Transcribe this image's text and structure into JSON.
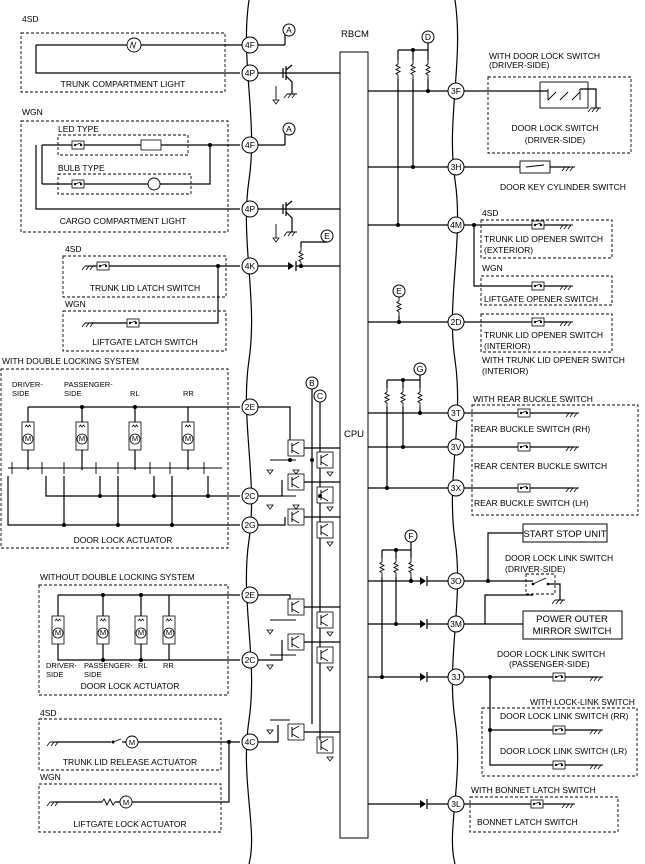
{
  "module": "RBCM",
  "cpu": "CPU",
  "connectors": {
    "c4F": "4F",
    "c4P": "4P",
    "c4K": "4K",
    "c2E": "2E",
    "c2C": "2C",
    "c2G": "2G",
    "c4C": "4C",
    "c3F": "3F",
    "c3H": "3H",
    "c4M": "4M",
    "c2D": "2D",
    "c3T": "3T",
    "c3V": "3V",
    "c3X": "3X",
    "c3O": "3O",
    "c3M": "3M",
    "c3J": "3J",
    "c3L": "3L"
  },
  "refs": {
    "A": "A",
    "B": "B",
    "C": "C",
    "D": "D",
    "E": "E",
    "F": "F",
    "G": "G"
  },
  "left": {
    "sd": "4SD",
    "wgn": "WGN",
    "trunk_light": "TRUNK COMPARTMENT LIGHT",
    "led_type": "LED TYPE",
    "bulb_type": "BULB TYPE",
    "cargo_light": "CARGO COMPARTMENT LIGHT",
    "trunk_latch": "TRUNK LID LATCH SWITCH",
    "liftgate_latch": "LIFTGATE LATCH SWITCH",
    "with_double": "WITH DOUBLE LOCKING SYSTEM",
    "driver_side": "DRIVER-",
    "driver_side2": "SIDE",
    "passenger_side": "PASSENGER-",
    "passenger_side2": "SIDE",
    "rl": "RL",
    "rr": "RR",
    "door_lock_actuator": "DOOR LOCK ACTUATOR",
    "without_double": "WITHOUT DOUBLE LOCKING SYSTEM",
    "trunk_release": "TRUNK LID RELEASE ACTUATOR",
    "liftgate_lock": "LIFTGATE LOCK ACTUATOR",
    "motor": "M"
  },
  "right": {
    "with_dls": "WITH DOOR LOCK SWITCH",
    "with_dls2": "(DRIVER-SIDE)",
    "dls": "DOOR LOCK SWITCH",
    "dls2": "(DRIVER-SIDE)",
    "key_cyl": "DOOR KEY CYLINDER SWITCH",
    "sd": "4SD",
    "trunk_opener_ext": "TRUNK LID OPENER SWITCH",
    "exterior": "(EXTERIOR)",
    "wgn": "WGN",
    "liftgate_opener": "LIFTGATE OPENER SWITCH",
    "trunk_opener_int": "TRUNK LID OPENER SWITCH",
    "interior": "(INTERIOR)",
    "with_trunk_int": "WITH TRUNK LID OPENER SWITCH",
    "with_trunk_int2": "(INTERIOR)",
    "with_rear_buckle": "WITH REAR BUCKLE SWITCH",
    "buckle_rh": "REAR BUCKLE SWITCH (RH)",
    "buckle_center": "REAR CENTER BUCKLE SWITCH",
    "buckle_lh": "REAR BUCKLE SWITCH (LH)",
    "start_stop": "START STOP UNIT",
    "dlls_driver": "DOOR LOCK LINK SWITCH",
    "dlls_driver2": "(DRIVER-SIDE)",
    "power_mirror": "POWER OUTER",
    "power_mirror2": "MIRROR SWITCH",
    "dlls_pass": "DOOR LOCK LINK SWITCH",
    "dlls_pass2": "(PASSENGER-SIDE)",
    "with_lock_link": "WITH LOCK-LINK SWITCH",
    "dlls_rr": "DOOR LOCK LINK SWITCH (RR)",
    "dlls_lr": "DOOR LOCK LINK SWITCH (LR)",
    "with_bonnet": "WITH BONNET LATCH SWITCH",
    "bonnet": "BONNET LATCH SWITCH"
  }
}
